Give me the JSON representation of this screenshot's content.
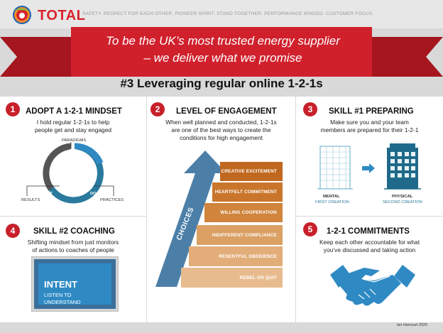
{
  "header": {
    "brand": "TOTAL",
    "tagline": "SAFETY. RESPECT FOR EACH OTHER. PIONEER SPIRIT.  STAND TOGETHER.  PERFORMANCE MINDED. CUSTOMER FOCUS.",
    "banner_line1": "To be the UK’s most trusted energy supplier",
    "banner_line2": "– we deliver what we promise",
    "subtitle": "#3 Leveraging regular online 1-2-1s"
  },
  "panel1": {
    "number": "1",
    "title": "ADOPT A 1-2-1 MINDSET",
    "text1": "I hold regular 1-2-1s to help",
    "text2": "people get and stay engaged",
    "paradigms": "PARADIGMS",
    "see": "SEE",
    "get": "GET",
    "do": "DO",
    "results": "RESULTS",
    "practices": "PRACTICES"
  },
  "panel2": {
    "number": "2",
    "title": "LEVEL OF ENGAGEMENT",
    "text1": "When well planned and conducted, 1-2-1s",
    "text2": "are one of the best ways to create the",
    "text3": "conditions for high engagement",
    "choices": "CHOICES",
    "steps": [
      "CREATIVE EXCITEMENT",
      "HEARTFELT COMMITMENT",
      "WILLING COOPERATION",
      "INDIFFERENT COMPLIANCE",
      "RESENTFUL OBEDIENCE",
      "REBEL OR QUIT"
    ]
  },
  "panel3": {
    "number": "3",
    "title": "SKILL #1 PREPARING",
    "text1": "Make sure you and your team",
    "text2": "members are prepared for their 1-2-1",
    "mental": "MENTAL",
    "first_creation": "FIRST CREATION",
    "physical": "PHYSICAL",
    "second_creation": "SECOND CREATION"
  },
  "panel4": {
    "number": "4",
    "title": "SKILL #2 COACHING",
    "text1": "Shifting mindset from just monitors",
    "text2": "of actions to coaches of people",
    "intent": "INTENT",
    "listen1": "LISTEN TO",
    "listen2": "UNDERSTAND"
  },
  "panel5": {
    "number": "5",
    "title": "1-2-1 COMMITMENTS",
    "text1": "Keep each other accountable for what",
    "text2": "you’ve discussed and taking action"
  },
  "credit": "Ian Harcourt  2020",
  "colors": {
    "red": "#d9232e",
    "blue": "#2f8ac4",
    "teal": "#2a7a9d",
    "stair_dark": "#c0681f",
    "stair_light": "#e6b68a"
  }
}
